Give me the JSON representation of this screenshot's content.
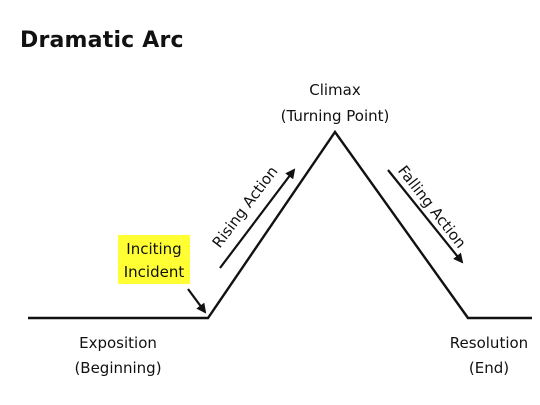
{
  "title": "Dramatic Arc",
  "labels": {
    "climax_line1": "Climax",
    "climax_line2": "(Turning Point)",
    "rising_action": "Rising Action",
    "falling_action": "Falling Action",
    "inciting_line1": "Inciting",
    "inciting_line2": "Incident",
    "exposition_line1": "Exposition",
    "exposition_line2": "(Beginning)",
    "resolution_line1": "Resolution",
    "resolution_line2": "(End)"
  },
  "colors": {
    "line": "#111111",
    "highlight": "#ffff33",
    "background": "#ffffff"
  }
}
